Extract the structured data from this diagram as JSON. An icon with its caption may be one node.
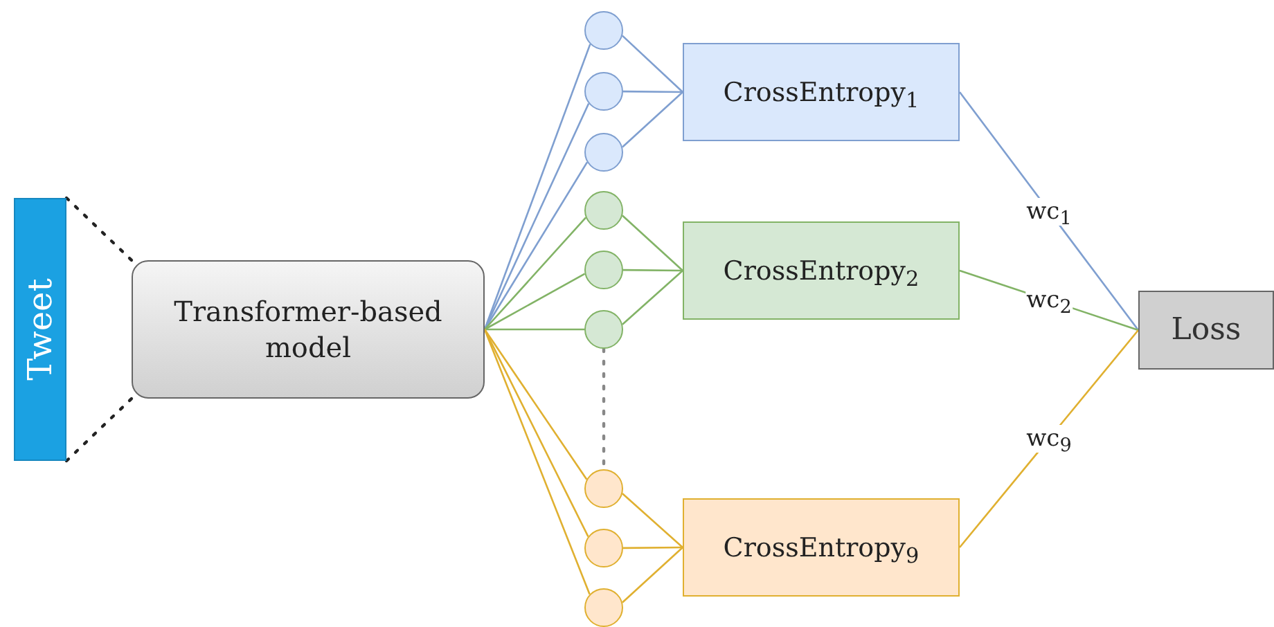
{
  "diagram": {
    "nodes": [
      {
        "text": [
          "Tweet"
        ]
      },
      {
        "text": [
          "Transformer-based model"
        ]
      },
      {
        "text": [],
        "shape": "circle"
      },
      {
        "text": [],
        "shape": "circle"
      },
      {
        "text": [],
        "shape": "circle"
      },
      {
        "text": [],
        "shape": "circle"
      },
      {
        "text": [],
        "shape": "circle"
      },
      {
        "text": [],
        "shape": "circle"
      },
      {
        "text": [],
        "shape": "circle"
      },
      {
        "text": [],
        "shape": "circle"
      },
      {
        "text": [],
        "shape": "circle"
      },
      {
        "text": [
          "CrossEntropy$_{1}$"
        ]
      },
      {
        "text": [
          "CrossEntropy$_{2}$"
        ]
      },
      {
        "text": [
          "CrossEntropy$_{9}$"
        ]
      },
      {
        "text": [
          "Loss"
        ]
      }
    ],
    "edges": [
      {
        "from": 0,
        "to": 1,
        "arrow": "none",
        "style": "dashed",
        "color": "#222222"
      },
      {
        "from": 0,
        "to": 1,
        "arrow": "none",
        "style": "dashed",
        "color": "#222222"
      },
      {
        "from": 1,
        "to": 2,
        "arrow": "none",
        "color": "#7f9fd0"
      },
      {
        "from": 1,
        "to": 3,
        "arrow": "none",
        "color": "#7f9fd0"
      },
      {
        "from": 1,
        "to": 4,
        "arrow": "none",
        "color": "#7f9fd0"
      },
      {
        "from": 1,
        "to": 5,
        "arrow": "none",
        "color": "#82b366"
      },
      {
        "from": 1,
        "to": 6,
        "arrow": "none",
        "color": "#82b366"
      },
      {
        "from": 1,
        "to": 7,
        "arrow": "none",
        "color": "#82b366"
      },
      {
        "from": 1,
        "to": 8,
        "arrow": "none",
        "color": "#e0b030"
      },
      {
        "from": 1,
        "to": 9,
        "arrow": "none",
        "color": "#e0b030"
      },
      {
        "from": 1,
        "to": 10,
        "arrow": "none",
        "color": "#e0b030"
      },
      {
        "from": 2,
        "to": 11,
        "arrow": "none",
        "color": "#7f9fd0"
      },
      {
        "from": 3,
        "to": 11,
        "arrow": "none",
        "color": "#7f9fd0"
      },
      {
        "from": 4,
        "to": 11,
        "arrow": "none",
        "color": "#7f9fd0"
      },
      {
        "from": 5,
        "to": 12,
        "arrow": "none",
        "color": "#82b366"
      },
      {
        "from": 6,
        "to": 12,
        "arrow": "none",
        "color": "#82b366"
      },
      {
        "from": 7,
        "to": 12,
        "arrow": "none",
        "color": "#82b366"
      },
      {
        "from": 8,
        "to": 13,
        "arrow": "none",
        "color": "#e0b030"
      },
      {
        "from": 9,
        "to": 13,
        "arrow": "none",
        "color": "#e0b030"
      },
      {
        "from": 10,
        "to": 13,
        "arrow": "none",
        "color": "#e0b030"
      },
      {
        "from": 7,
        "to": 8,
        "arrow": "none",
        "style": "dashed",
        "color": "#888888"
      },
      {
        "from": 11,
        "to": 14,
        "label": "wc$_{1}$",
        "arrow": "none",
        "color": "#7f9fd0"
      },
      {
        "from": 12,
        "to": 14,
        "label": "wc$_{2}$",
        "arrow": "none",
        "color": "#82b366"
      },
      {
        "from": 13,
        "to": 14,
        "label": "wc$_{9}$",
        "arrow": "none",
        "color": "#e0b030"
      }
    ]
  }
}
